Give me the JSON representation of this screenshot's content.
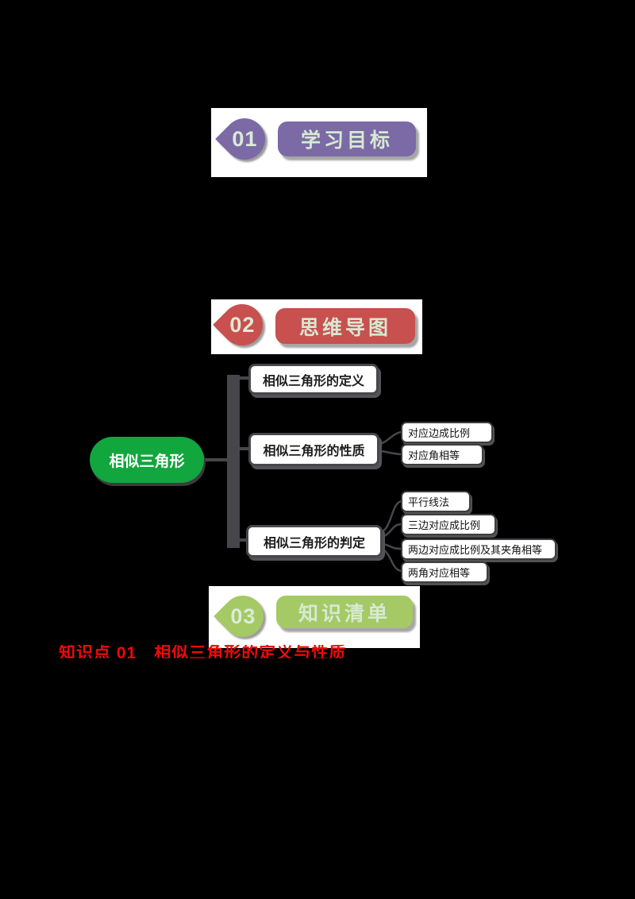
{
  "page": {
    "background_color": "#000000",
    "panel_color": "#ffffff",
    "header_text_color": "#d6e9d3"
  },
  "section_headers": [
    {
      "number": "01",
      "title": "学习目标",
      "color": "#7b6aa5"
    },
    {
      "number": "02",
      "title": "思维导图",
      "color": "#c8504e"
    },
    {
      "number": "03",
      "title": "知识清单",
      "color": "#a5c964"
    }
  ],
  "mindmap": {
    "root": {
      "label": "相似三角形",
      "color": "#12a63e"
    },
    "connector_color": "#47474b",
    "branches": [
      {
        "label": "相似三角形的定义",
        "children": []
      },
      {
        "label": "相似三角形的性质",
        "children": [
          "对应边成比例",
          "对应角相等"
        ]
      },
      {
        "label": "相似三角形的判定",
        "children": [
          "平行线法",
          "三边对应成比例",
          "两边对应成比例及其夹角相等",
          "两角对应相等"
        ]
      }
    ]
  },
  "knowledge_point": {
    "text": "知识点 01　相似三角形的定义与性质",
    "color": "#ee0a0a"
  }
}
